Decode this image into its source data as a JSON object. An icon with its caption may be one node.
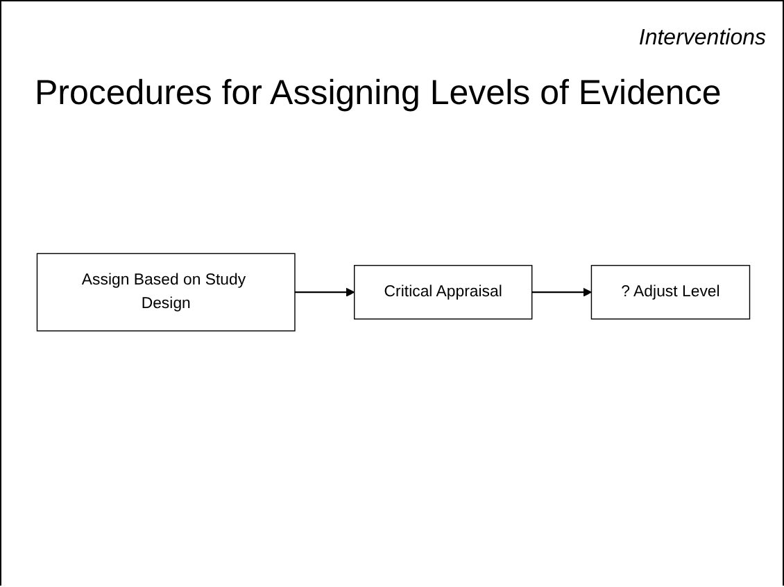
{
  "diagram": {
    "title": "Procedures for Assigning Levels of Evidence",
    "nodes": [
      {
        "text": [
          "Assign Based on Study Design"
        ]
      },
      {
        "text": [
          "Critical Appraisal"
        ]
      },
      {
        "text": [
          "? Adjust Level"
        ]
      }
    ],
    "edges": [
      {
        "from": 0,
        "to": 1,
        "arrow": "to"
      },
      {
        "from": 1,
        "to": 2,
        "arrow": "to"
      }
    ],
    "labels": [
      "Interventions"
    ]
  }
}
